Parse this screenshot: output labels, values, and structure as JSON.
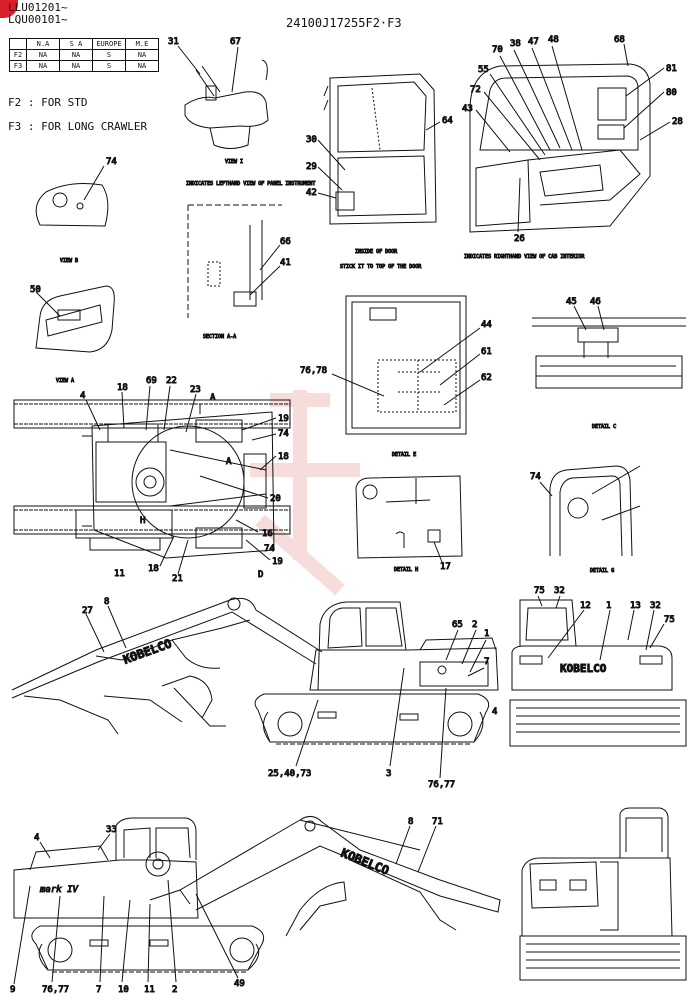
{
  "header": {
    "serial_1": "LLU01201~",
    "serial_2": "LQU00101~",
    "drawing_no": "24100J17255F2·F3"
  },
  "applicability": {
    "columns": [
      "N.A",
      "S A",
      "EUROPE",
      "M.E"
    ],
    "rows": [
      {
        "label": "F2",
        "cells": [
          "NA",
          "NA",
          "S",
          "NA"
        ]
      },
      {
        "label": "F3",
        "cells": [
          "NA",
          "NA",
          "S",
          "NA"
        ]
      }
    ]
  },
  "notes": {
    "f2": "F2 : FOR STD",
    "f3": "F3 : FOR LONG CRAWLER"
  },
  "captions": {
    "view_i": "VIEW I",
    "view_i_sub": "INDICATES LEFTHAND VIEW OF PANEL INSTRUMENT",
    "inside_door": "INSIDE OF DOOR",
    "inside_door_sub": "STICK IT TO TOP OF THE DOOR",
    "cab_interior": "INDICATES RIGHTHAND VIEW OF CAB INTERIOR",
    "view_b": "VIEW B",
    "view_a": "VIEW A",
    "section_aa": "SECTION A-A",
    "detail_c": "DETAIL C",
    "detail_e": "DETAIL E",
    "detail_h": "DETAIL H",
    "detail_g": "DETAIL G",
    "brand": "KOBELCO"
  },
  "callouts": {
    "c31": "31",
    "c67": "67",
    "c38": "38",
    "c47": "47",
    "c48": "48",
    "c68": "68",
    "c70": "70",
    "c55": "55",
    "c81": "81",
    "c72": "72",
    "c80": "80",
    "c43": "43",
    "c28": "28",
    "c64": "64",
    "c30": "30",
    "c29": "29",
    "c42": "42",
    "c26": "26",
    "c74a": "74",
    "c66": "66",
    "c41": "41",
    "c50": "50",
    "c45": "45",
    "c46": "46",
    "c44": "44",
    "c61": "61",
    "c62": "62",
    "c7678a": "76,78",
    "c4a": "4",
    "c18a": "18",
    "c69": "69",
    "c22": "22",
    "c23": "23",
    "cA1": "A",
    "cA2": "A",
    "cH": "H",
    "c19a": "19",
    "c74b": "74",
    "c18b": "18",
    "c20": "20",
    "c16": "16",
    "c19b": "19",
    "c74c": "74",
    "cD": "D",
    "c18c": "18",
    "c21": "21",
    "c11a": "11",
    "c74d": "74",
    "c17": "17",
    "c27": "27",
    "c8a": "8",
    "c65": "65",
    "c2": "2",
    "c1a": "1",
    "c7a": "7",
    "c4b": "4",
    "c254073": "25,40,73",
    "c3": "3",
    "c7677a": "76,77",
    "c75a": "75",
    "c32a": "32",
    "c12": "12",
    "c1b": "1",
    "c13": "13",
    "c32b": "32",
    "c75b": "75",
    "c9": "9",
    "c4c": "4",
    "c33": "33",
    "c8b": "8",
    "c71": "71",
    "c7677b": "76,77",
    "c7b": "7",
    "c10": "10",
    "c11b": "11",
    "c2b": "2",
    "c49": "49"
  }
}
